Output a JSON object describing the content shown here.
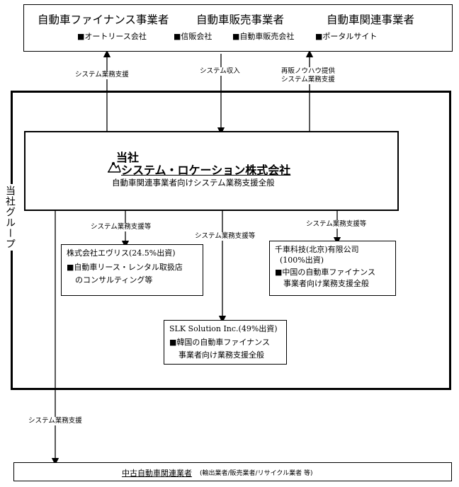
{
  "top": {
    "headers": [
      "自動車ファイナンス事業者",
      "自動車販売事業者",
      "自動車関連事業者"
    ],
    "categories": [
      "■オートリース会社",
      "■信販会社",
      "■自動車販売会社",
      "■ポータルサイト"
    ]
  },
  "arrows": {
    "left": "システム業務支援",
    "middle": "システム収入",
    "right_line1": "再販ノウハウ提供",
    "right_line2": "システム業務支援",
    "branch_left": "システム業務支援等",
    "branch_mid": "システム業務支援等",
    "branch_right": "システム業務支援等",
    "bottom": "システム業務支援"
  },
  "group_label": "当社グループ",
  "company": {
    "prefix": "当社",
    "name": "システム・ロケーション株式会社",
    "subtitle": "自動車関連事業者向けシステム業務支援全般"
  },
  "sub_left": {
    "line1": "株式会社エヴリス(24.5%出資)",
    "line2": "■自動車リース・レンタル取扱店",
    "line3": "のコンサルティング等"
  },
  "sub_right": {
    "line1": "千車科技(北京)有限公司",
    "line2": "(100%出資)",
    "line3": "■中国の自動車ファイナンス",
    "line4": "事業者向け業務支援全般"
  },
  "sub_mid": {
    "line1": "SLK Solution Inc.(49%出資)",
    "line2": "■韓国の自動車ファイナンス",
    "line3": "事業者向け業務支援全般"
  },
  "bottom_box": {
    "main": "中古自動車関連業者",
    "note": "(輸出業者/販売業者/リサイクル業者 等)"
  }
}
